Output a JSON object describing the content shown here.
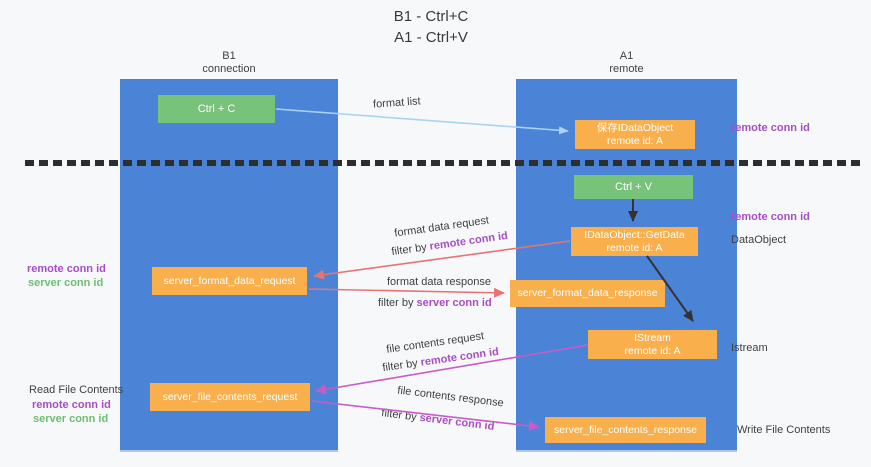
{
  "title": {
    "line1": "B1 - Ctrl+C",
    "line2": "A1 - Ctrl+V"
  },
  "lifelines": {
    "left": {
      "name": "B1",
      "role": "connection"
    },
    "right": {
      "name": "A1",
      "role": "remote"
    }
  },
  "boxes": {
    "ctrl_c": {
      "label": "Ctrl + C"
    },
    "ctrl_v": {
      "label": "Ctrl + V"
    },
    "save_dataobject": {
      "line1": "保存IDataObject",
      "line2": "remote id: A"
    },
    "getdata": {
      "line1": "IDataObject::GetData",
      "line2": "remote id: A"
    },
    "istream": {
      "line1": "IStream",
      "line2": "remote id: A"
    },
    "format_request": {
      "label": "server_format_data_request"
    },
    "format_response": {
      "label": "server_format_data_response"
    },
    "file_request": {
      "label": "server_file_contents_request"
    },
    "file_response": {
      "label": "server_file_contents_response"
    }
  },
  "annotations": {
    "right": {
      "remote_conn_id_top": "remote conn id",
      "remote_conn_id_mid": "remote conn id",
      "dataobject": "DataObject",
      "istream": "Istream",
      "write_file_contents": "Write File Contents"
    },
    "left": {
      "remote_conn_id_1": "remote conn id",
      "server_conn_id_1": "server conn id",
      "read_file_contents": "Read File Contents",
      "remote_conn_id_2": "remote conn id",
      "server_conn_id_2": "server conn id"
    }
  },
  "flows": {
    "format_list": {
      "label": "format list"
    },
    "format_request": {
      "label": "format data request",
      "filter_prefix": "filter by",
      "filter_key": "remote conn id"
    },
    "format_response": {
      "label": "format data response",
      "filter_prefix": "filter by",
      "filter_key": "server conn id"
    },
    "file_request": {
      "label": "file contents request",
      "filter_prefix": "filter by",
      "filter_key": "remote conn id"
    },
    "file_response": {
      "label": "file contents response",
      "filter_prefix": "filter by",
      "filter_key": "server conn id"
    }
  },
  "colors": {
    "lane_blue": "#4b84d7",
    "box_orange": "#f9af4c",
    "box_green": "#77c37a",
    "arrow_blue": "#a9d3ee",
    "arrow_black": "#333333",
    "arrow_salmon": "#e77373",
    "arrow_magenta": "#c85bc8",
    "text_purple": "#a64fc4",
    "text_green": "#6cbf70"
  }
}
